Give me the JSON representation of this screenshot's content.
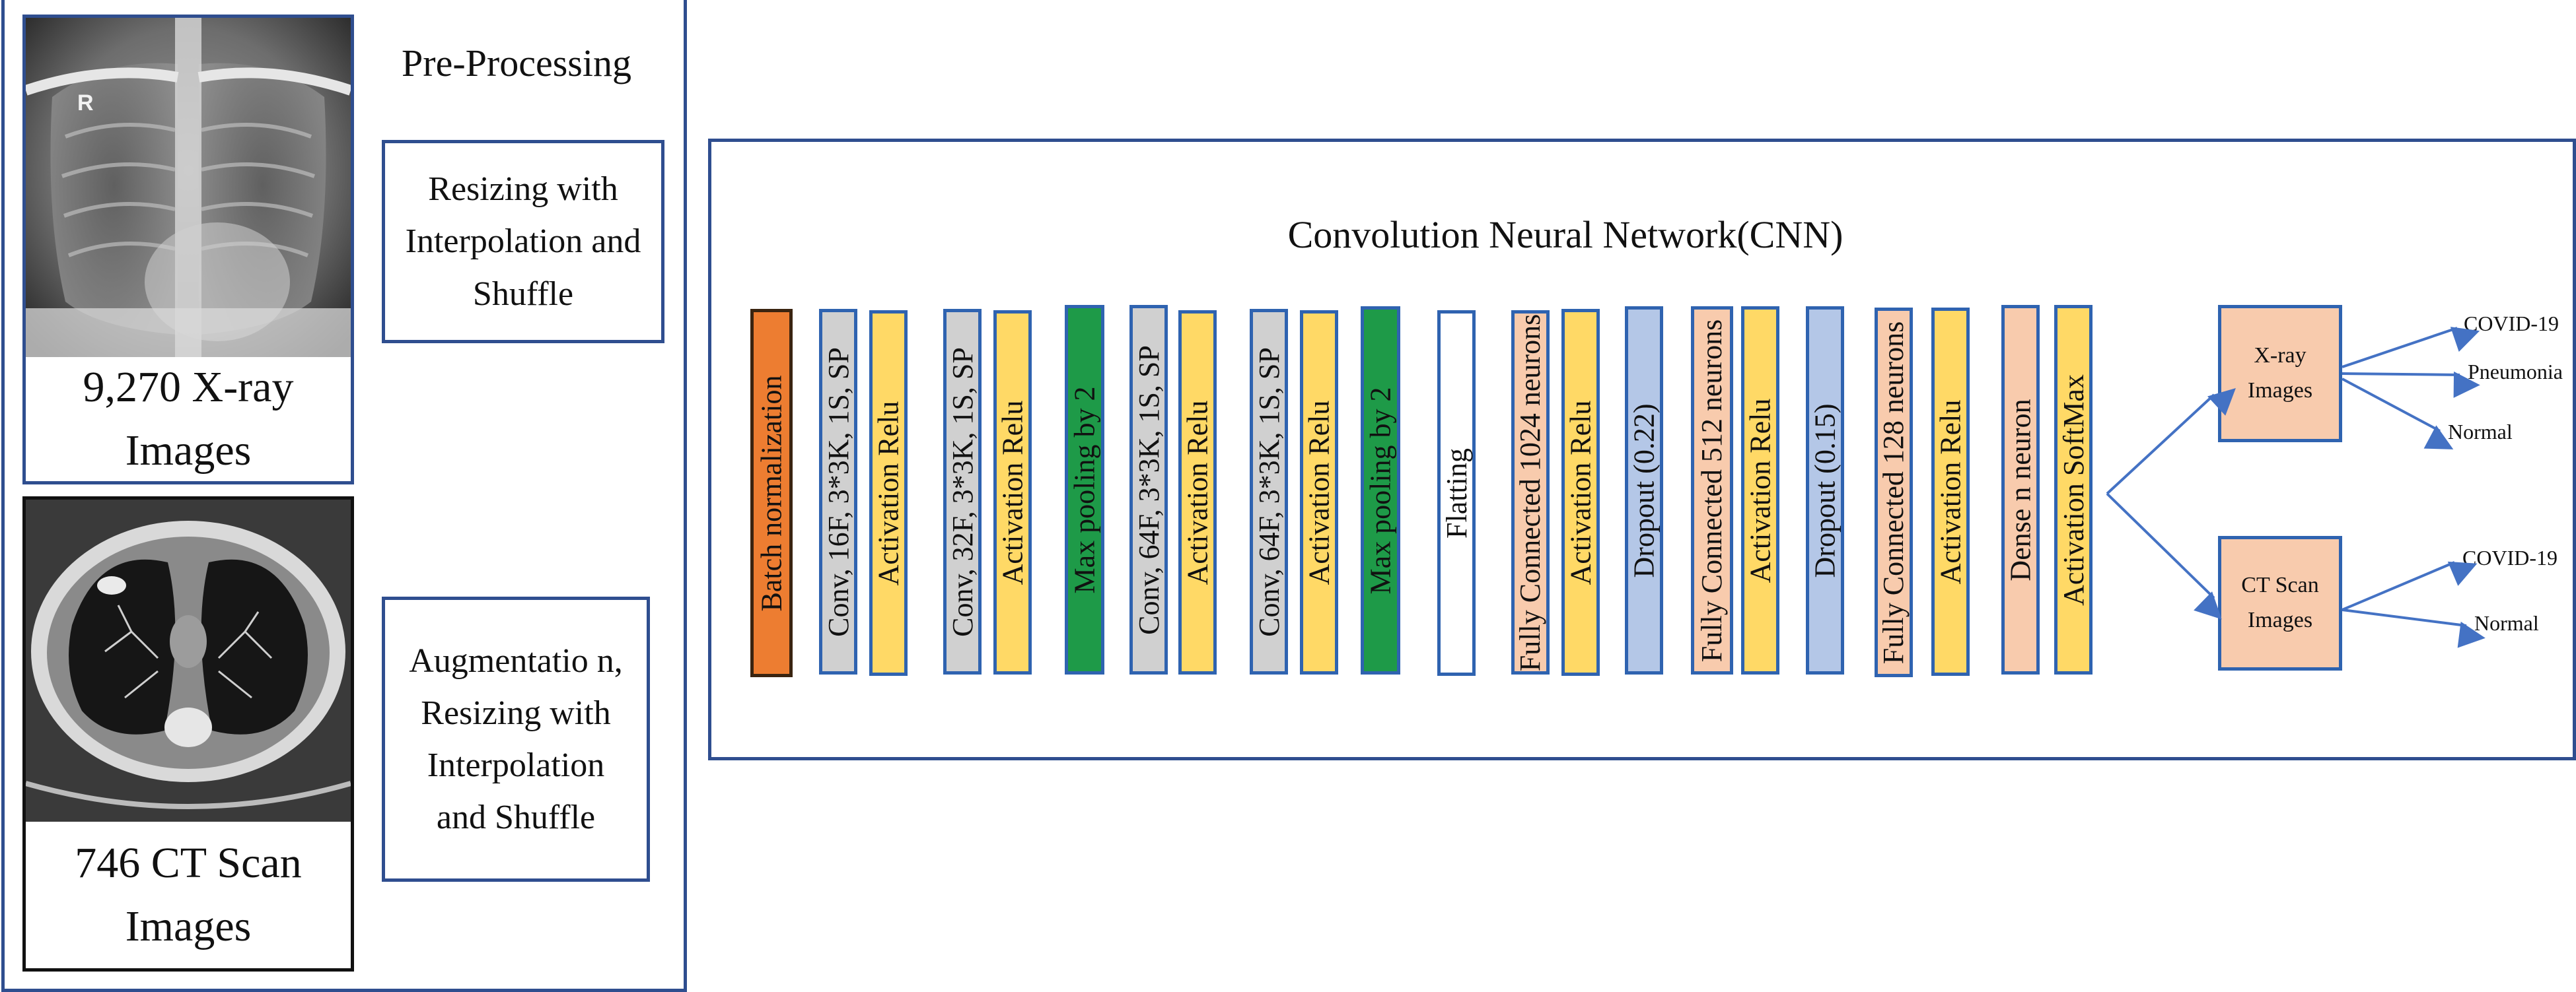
{
  "preprocessing": {
    "title": "Pre-Processing",
    "xray_caption": "9,270 X-ray Images",
    "ct_caption": "746 CT Scan Images",
    "xray_step": "Resizing with Interpolation and Shuffle",
    "ct_step": "Augmentatio n, Resizing with Interpolation and Shuffle"
  },
  "cnn": {
    "title": "Convolution Neural Network(CNN)",
    "layers": [
      {
        "label": "Batch normalization",
        "color": "#ed7d31"
      },
      {
        "label": "Conv, 16F, 3*3K, 1S, SP",
        "color": "#d0d0d0"
      },
      {
        "label": "Activation Relu",
        "color": "#ffd966"
      },
      {
        "label": "Conv, 32F, 3*3K, 1S, SP",
        "color": "#d0d0d0"
      },
      {
        "label": "Activation Relu",
        "color": "#ffd966"
      },
      {
        "label": "Max pooling by 2",
        "color": "#1e9a48"
      },
      {
        "label": "Conv, 64F, 3*3K, 1S, SP",
        "color": "#d0d0d0"
      },
      {
        "label": "Activation Relu",
        "color": "#ffd966"
      },
      {
        "label": "Conv, 64F, 3*3K, 1S, SP",
        "color": "#d0d0d0"
      },
      {
        "label": "Activation Relu",
        "color": "#ffd966"
      },
      {
        "label": "Max pooling by 2",
        "color": "#1e9a48"
      },
      {
        "label": "Flatting",
        "color": "#ffffff"
      },
      {
        "label": "Fully Connected 1024 neurons",
        "color": "#f8cbad"
      },
      {
        "label": "Activation Relu",
        "color": "#ffd966"
      },
      {
        "label": "Dropout (0.22)",
        "color": "#b4c7e7"
      },
      {
        "label": "Fully Connected 512 neurons",
        "color": "#f8cbad"
      },
      {
        "label": "Activation Relu",
        "color": "#ffd966"
      },
      {
        "label": "Dropout (0.15)",
        "color": "#b4c7e7"
      },
      {
        "label": "Fully Connected 128 neurons",
        "color": "#f8cbad"
      },
      {
        "label": "Activation Relu",
        "color": "#ffd966"
      },
      {
        "label": "Dense n neuron",
        "color": "#f8cbad"
      },
      {
        "label": "Activation SoftMax",
        "color": "#ffd966"
      }
    ]
  },
  "outputs": {
    "xray": {
      "label": "X-ray Images",
      "classes": [
        "COVID-19",
        "Pneumonia",
        "Normal"
      ]
    },
    "ct": {
      "label": "CT Scan Images",
      "classes": [
        "COVID-19",
        "Normal"
      ]
    }
  },
  "colors": {
    "frame": "#2f4e8f",
    "layer_border": "#2f63b0",
    "arrow": "#4472c4"
  }
}
